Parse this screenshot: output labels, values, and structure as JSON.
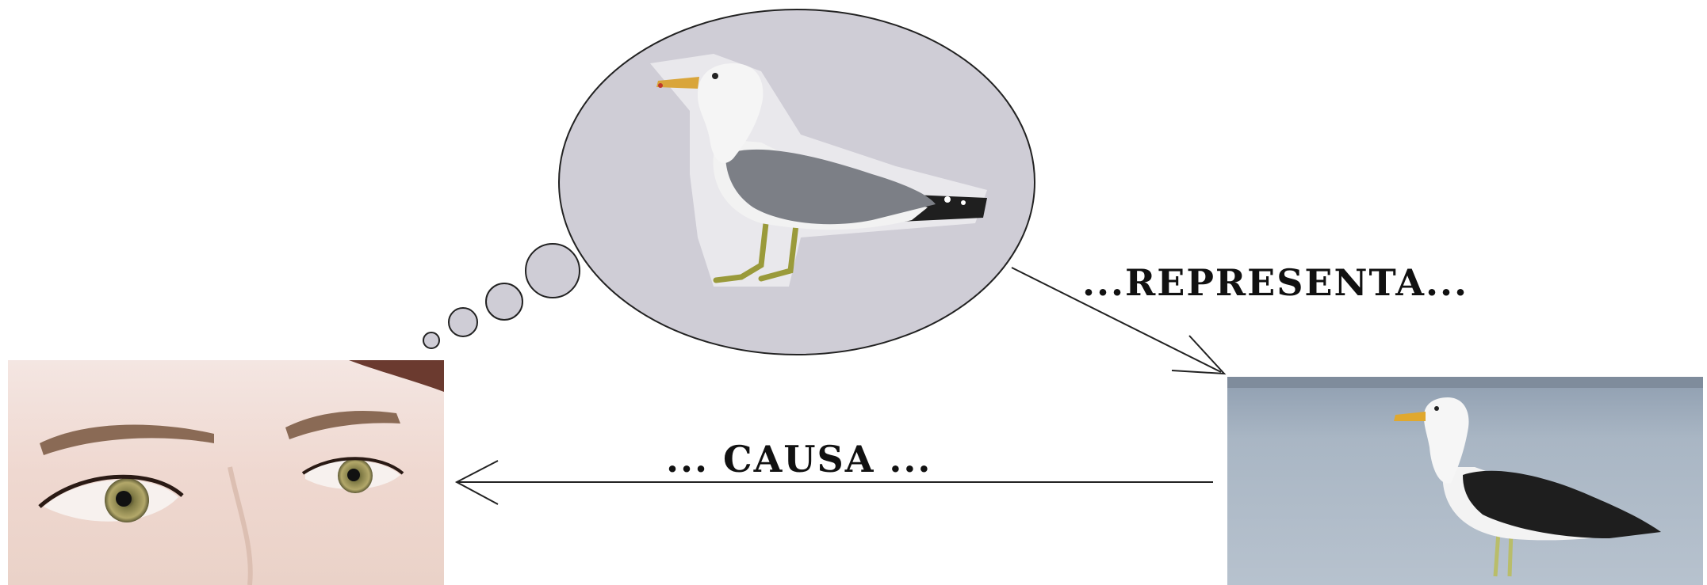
{
  "diagram": {
    "label_represents": "...REPRESENTA...",
    "label_causes": "... CAUSA ...",
    "nodes": {
      "eye": {
        "icon": "human-eyes-photo"
      },
      "thought": {
        "icon": "seagull-mental-image"
      },
      "bird": {
        "icon": "seagull-photo"
      }
    },
    "edges": [
      {
        "from": "thought",
        "to": "bird",
        "label_key": "label_represents"
      },
      {
        "from": "bird",
        "to": "eye",
        "label_key": "label_causes"
      }
    ]
  }
}
